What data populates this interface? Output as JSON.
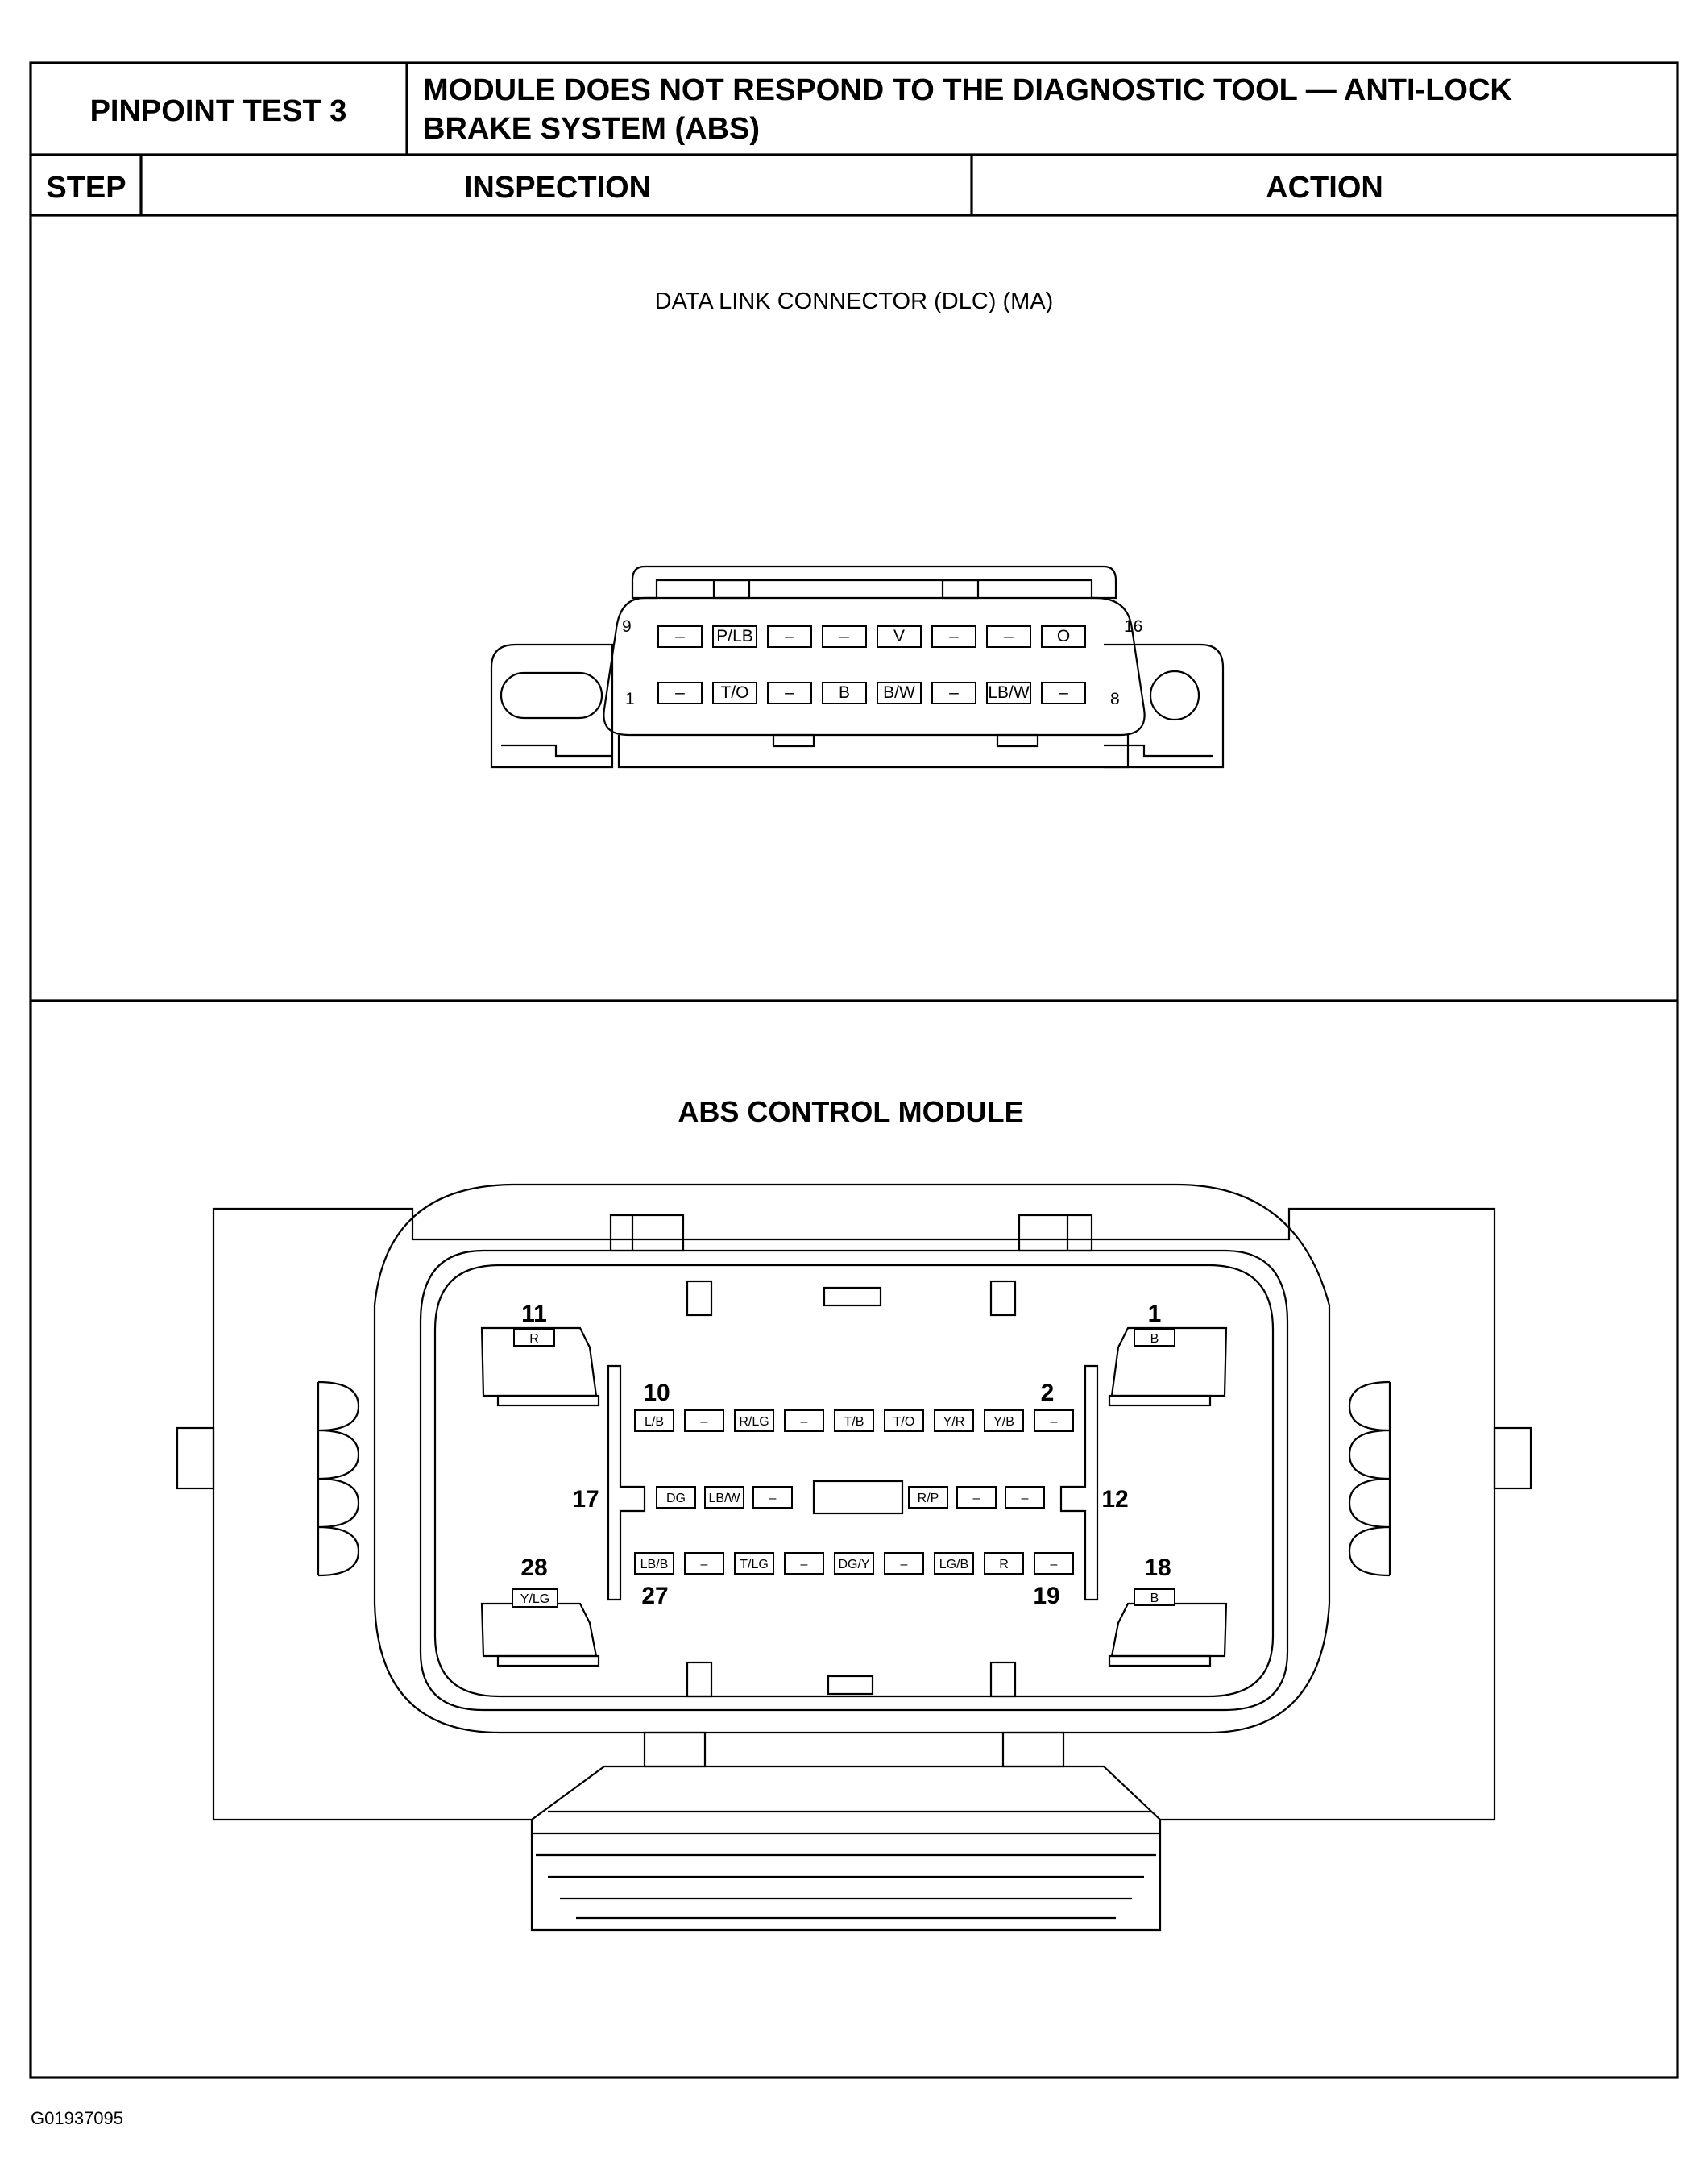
{
  "header": {
    "test_label": "PINPOINT TEST 3",
    "title_line1": "MODULE DOES NOT RESPOND TO THE DIAGNOSTIC TOOL — ANTI-LOCK",
    "title_line2": "BRAKE SYSTEM (ABS)",
    "col_step": "STEP",
    "col_inspection": "INSPECTION",
    "col_action": "ACTION"
  },
  "dlc": {
    "title": "DATA LINK CONNECTOR (DLC) (MA)",
    "pin_numbers": {
      "top_left": "9",
      "top_right": "16",
      "bottom_left": "1",
      "bottom_right": "8"
    },
    "top_row": [
      "–",
      "P/LB",
      "–",
      "–",
      "V",
      "–",
      "–",
      "O"
    ],
    "bottom_row": [
      "–",
      "T/O",
      "–",
      "B",
      "B/W",
      "–",
      "LB/W",
      "–"
    ]
  },
  "abs": {
    "title": "ABS CONTROL MODULE",
    "pin_numbers": {
      "p11": "11",
      "p1": "1",
      "p28": "28",
      "p18": "18",
      "p10": "10",
      "p2": "2",
      "p17": "17",
      "p12": "12",
      "p27": "27",
      "p19": "19"
    },
    "corner_pins": {
      "p11": "R",
      "p1": "B",
      "p28": "Y/LG",
      "p18": "B"
    },
    "row_top": [
      "L/B",
      "–",
      "R/LG",
      "–",
      "T/B",
      "T/O",
      "Y/R",
      "Y/B",
      "–"
    ],
    "row_mid_left": [
      "DG",
      "LB/W",
      "–"
    ],
    "row_mid_right": [
      "R/P",
      "–",
      "–"
    ],
    "row_bot": [
      "LB/B",
      "–",
      "T/LG",
      "–",
      "DG/Y",
      "–",
      "LG/B",
      "R",
      "–"
    ]
  },
  "footer": {
    "figure_id": "G01937095"
  }
}
